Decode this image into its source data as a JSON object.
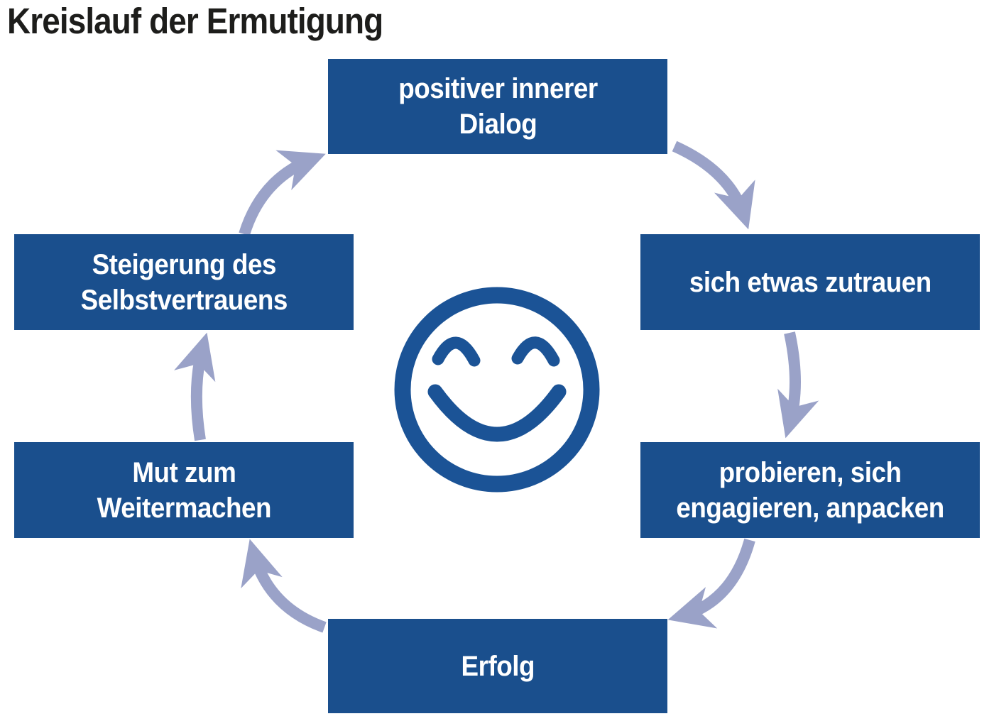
{
  "title": "Kreislauf der Ermutigung",
  "colors": {
    "background": "#ffffff",
    "title_text": "#1d1d1b",
    "box_bg": "#1a4f8d",
    "box_text": "#ffffff",
    "arrow": "#9aa2c8",
    "smiley": "#1b5396"
  },
  "cycle": {
    "flow_direction": "clockwise",
    "center_icon": "smiley-face",
    "nodes": [
      {
        "id": "positiver-innerer-dialog",
        "position": "top",
        "label": "positiver innerer\nDialog"
      },
      {
        "id": "sich-etwas-zutrauen",
        "position": "right-upper",
        "label": "sich etwas zutrauen"
      },
      {
        "id": "probieren-engagieren",
        "position": "right-lower",
        "label": "probieren, sich\nengagieren, anpacken"
      },
      {
        "id": "erfolg",
        "position": "bottom",
        "label": "Erfolg"
      },
      {
        "id": "mut-zum-weitermachen",
        "position": "left-lower",
        "label": "Mut zum\nWeitermachen"
      },
      {
        "id": "steigerung-selbstvertrauen",
        "position": "left-upper",
        "label": "Steigerung des\nSelbstvertrauens"
      }
    ],
    "arrows": [
      {
        "from": "positiver-innerer-dialog",
        "to": "sich-etwas-zutrauen"
      },
      {
        "from": "sich-etwas-zutrauen",
        "to": "probieren-engagieren"
      },
      {
        "from": "probieren-engagieren",
        "to": "erfolg"
      },
      {
        "from": "erfolg",
        "to": "mut-zum-weitermachen"
      },
      {
        "from": "mut-zum-weitermachen",
        "to": "steigerung-selbstvertrauen"
      },
      {
        "from": "steigerung-selbstvertrauen",
        "to": "positiver-innerer-dialog"
      }
    ]
  }
}
